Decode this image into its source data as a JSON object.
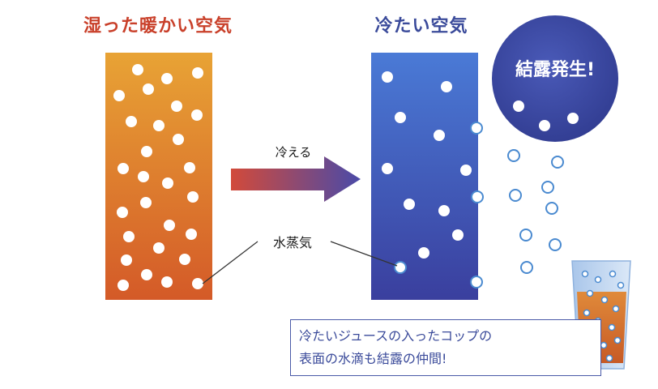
{
  "titles": {
    "warm_air": "湿った暖かい空気",
    "cold_air": "冷たい空気"
  },
  "labels": {
    "arrow": "冷える",
    "vapor": "水蒸気",
    "condensation": "結露発生!"
  },
  "note": {
    "line1": "冷たいジュースの入ったコップの",
    "line2": "表面の水滴も結露の仲間!"
  },
  "colors": {
    "warm_top": "#e8a335",
    "warm_bottom": "#d45a28",
    "cold_top": "#4a7ad6",
    "cold_bottom": "#3a3f9e",
    "bubble": "#3c4aa0",
    "arrow_start": "#d24a3a",
    "arrow_end": "#4a4aa8",
    "title_warm": "#c9402a",
    "title_cold": "#3a4a9a",
    "juice": "#d46a2a",
    "droplet_outline": "#4a8ad0"
  }
}
